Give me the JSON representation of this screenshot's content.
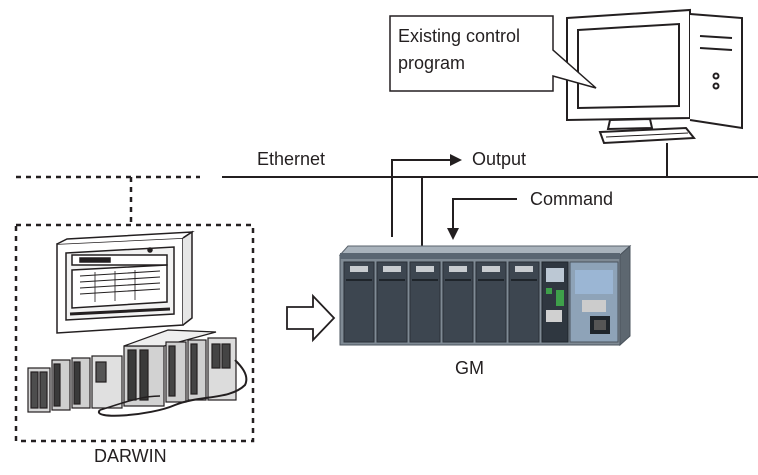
{
  "labels": {
    "callout_line1": "Existing control",
    "callout_line2": "program",
    "ethernet": "Ethernet",
    "output": "Output",
    "command": "Command",
    "gm": "GM",
    "darwin": "DARWIN"
  },
  "colors": {
    "line": "#231f20",
    "gm_body": "#7f8a94",
    "gm_dark": "#3d4650",
    "gm_panel": "#9bb6d4",
    "gm_green": "#3ea04a",
    "gm_terminal": "#e8e8e0"
  }
}
